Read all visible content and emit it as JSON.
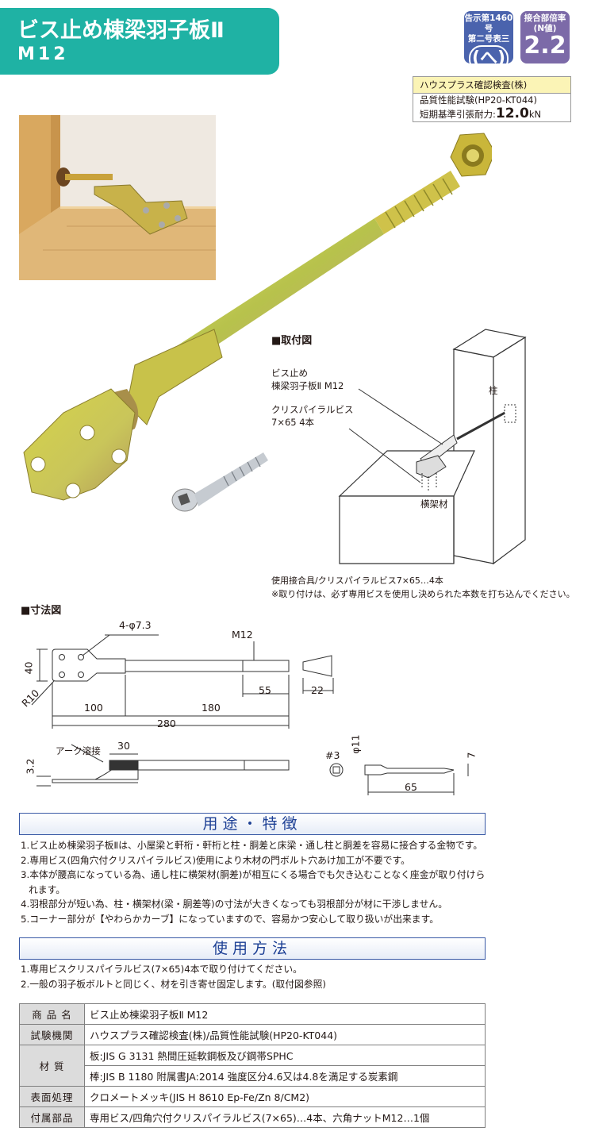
{
  "header": {
    "title": "ビス止め棟梁羽子板Ⅱ",
    "subtitle": "M12",
    "badge_notice": {
      "line1": "告示第1460号",
      "line2": "第二号表三",
      "symbol": "(へ)"
    },
    "badge_ratio": {
      "line1": "接合部倍率",
      "line2": "(N値)",
      "value": "2.2"
    }
  },
  "certification": {
    "header": "ハウスプラス確認検査(株)",
    "test": "品質性能試験(HP20-KT044)",
    "strength_label": "短期基準引張耐力:",
    "strength_value": "12.0",
    "strength_unit": "kN"
  },
  "installation": {
    "heading": "■取付図",
    "label_plate_1": "ビス止め",
    "label_plate_2": "棟梁羽子板Ⅱ  M12",
    "label_screw_1": "クリスパイラルビス",
    "label_screw_2": "7×65 4本",
    "label_column": "柱",
    "label_beam": "横架材",
    "note1": "使用接合具/クリスパイラルビス7×65…4本",
    "note2": "※取り付けは、必ず専用ビスを使用し決められた本数を打ち込んでください。"
  },
  "dimensions": {
    "heading": "■寸法図",
    "hole": "4-φ7.3",
    "thread": "M12",
    "d40": "40",
    "r10": "R10",
    "d55": "55",
    "d22": "22",
    "d100": "100",
    "d180": "180",
    "d280": "280",
    "arc_weld": "アーク溶接",
    "d30": "30",
    "d32": "3.2",
    "sq3": "#3",
    "phi11": "φ11",
    "d7": "7",
    "d65": "65"
  },
  "features": {
    "heading": "用途・特徴",
    "items": [
      "1.ビス止め棟梁羽子板Ⅱは、小屋梁と軒桁・軒桁と柱・胴差と床梁・通し柱と胴差を容易に接合する金物です。",
      "2.専用ビス(四角穴付クリスパイラルビス)使用により木材の門ボルト穴あけ加工が不要です。",
      "3.本体が腰高になっている為、通し柱に横架材(胴差)が相互にくる場合でも欠き込むことなく座金が取り付けられます。",
      "4.羽根部分が短い為、柱・横架材(梁・胴差等)の寸法が大きくなっても羽根部分が材に干渉しません。",
      "5.コーナー部分が【やわらかカーブ】になっていますので、容易かつ安心して取り扱いが出来ます。"
    ]
  },
  "usage": {
    "heading": "使用方法",
    "items": [
      "1.専用ビスクリスパイラルビス(7×65)4本で取り付けてください。",
      "2.一般の羽子板ボルトと同じく、材を引き寄せ固定します。(取付図参照)"
    ]
  },
  "spec_table": {
    "product_label": "商 品 名",
    "product": "ビス止め棟梁羽子板Ⅱ  M12",
    "test_label": "試験機関",
    "test": "ハウスプラス確認検査(株)/品質性能試験(HP20-KT044)",
    "material_label": "材    質",
    "material_1": "板:JIS G 3131 熱間圧延軟鋼板及び鋼帯SPHC",
    "material_2": "棒:JIS B 1180 附属書JA:2014 強度区分4.6又は4.8を満足する炭素鋼",
    "surface_label": "表面処理",
    "surface": "クロメートメッキ(JIS H 8610 Ep-Fe/Zn 8/CM2)",
    "parts_label": "付属部品",
    "parts": "専用ビス/四角穴付クリスパイラルビス(7×65)…4本、六角ナットM12…1個"
  }
}
